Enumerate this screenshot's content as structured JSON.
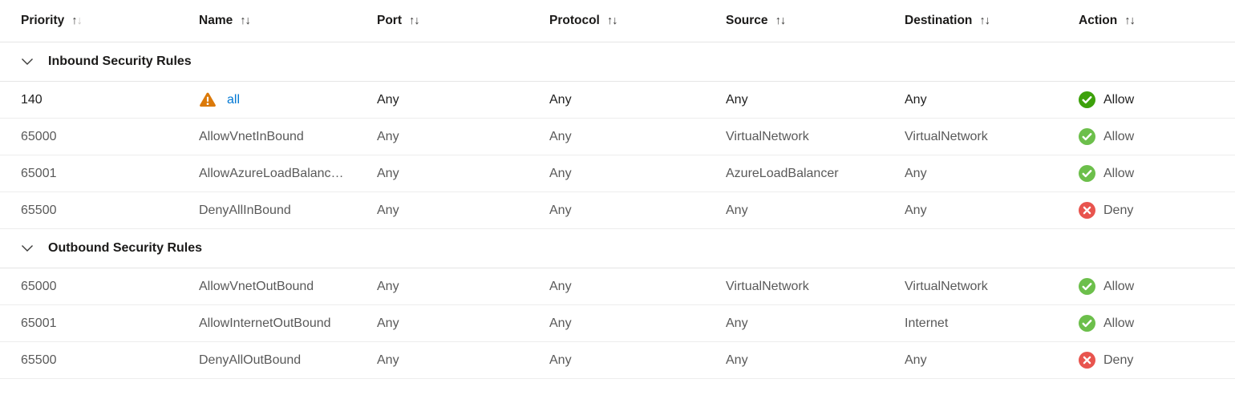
{
  "table": {
    "icons": {
      "sort_up": "↑",
      "sort_down": "↓"
    },
    "colors": {
      "link_blue": "#0078d4",
      "allow_green": "#6cbf4b",
      "allow_green_emphasis": "#3da10b",
      "deny_red": "#e8544e",
      "warning_orange": "#db7909"
    },
    "columns": [
      {
        "label": "Priority",
        "sorted": "asc"
      },
      {
        "label": "Name"
      },
      {
        "label": "Port"
      },
      {
        "label": "Protocol"
      },
      {
        "label": "Source"
      },
      {
        "label": "Destination"
      },
      {
        "label": "Action"
      }
    ],
    "groups": [
      {
        "title": "Inbound Security Rules",
        "rows": [
          {
            "priority": "140",
            "name": "all",
            "port": "Any",
            "protocol": "Any",
            "source": "Any",
            "destination": "Any",
            "action": "Allow"
          },
          {
            "priority": "65000",
            "name": "AllowVnetInBound",
            "port": "Any",
            "protocol": "Any",
            "source": "VirtualNetwork",
            "destination": "VirtualNetwork",
            "action": "Allow"
          },
          {
            "priority": "65001",
            "name": "AllowAzureLoadBalanc…",
            "port": "Any",
            "protocol": "Any",
            "source": "AzureLoadBalancer",
            "destination": "Any",
            "action": "Allow"
          },
          {
            "priority": "65500",
            "name": "DenyAllInBound",
            "port": "Any",
            "protocol": "Any",
            "source": "Any",
            "destination": "Any",
            "action": "Deny"
          }
        ]
      },
      {
        "title": "Outbound Security Rules",
        "rows": [
          {
            "priority": "65000",
            "name": "AllowVnetOutBound",
            "port": "Any",
            "protocol": "Any",
            "source": "VirtualNetwork",
            "destination": "VirtualNetwork",
            "action": "Allow"
          },
          {
            "priority": "65001",
            "name": "AllowInternetOutBound",
            "port": "Any",
            "protocol": "Any",
            "source": "Any",
            "destination": "Internet",
            "action": "Allow"
          },
          {
            "priority": "65500",
            "name": "DenyAllOutBound",
            "port": "Any",
            "protocol": "Any",
            "source": "Any",
            "destination": "Any",
            "action": "Deny"
          }
        ]
      }
    ]
  }
}
